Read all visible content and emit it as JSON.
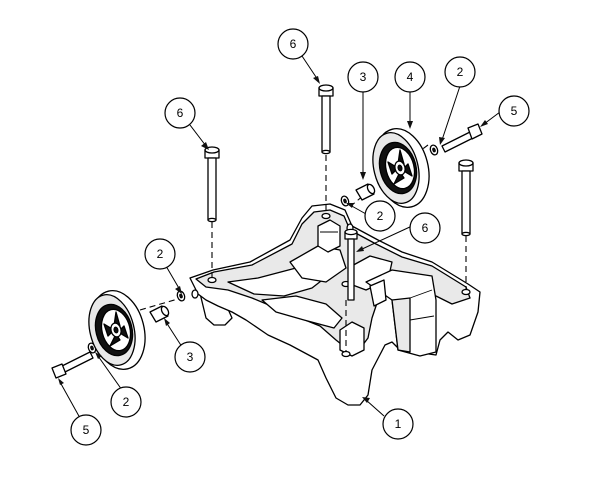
{
  "callouts": [
    {
      "id": "c-6-top",
      "label": "6"
    },
    {
      "id": "c-3-top",
      "label": "3"
    },
    {
      "id": "c-4",
      "label": "4"
    },
    {
      "id": "c-2-top-right",
      "label": "2"
    },
    {
      "id": "c-5-right",
      "label": "5"
    },
    {
      "id": "c-6-left",
      "label": "6"
    },
    {
      "id": "c-2-mid",
      "label": "2"
    },
    {
      "id": "c-6-mid",
      "label": "6"
    },
    {
      "id": "c-2-left",
      "label": "2"
    },
    {
      "id": "c-3-left",
      "label": "3"
    },
    {
      "id": "c-2-bottom",
      "label": "2"
    },
    {
      "id": "c-5-left",
      "label": "5"
    },
    {
      "id": "c-1",
      "label": "1"
    }
  ]
}
